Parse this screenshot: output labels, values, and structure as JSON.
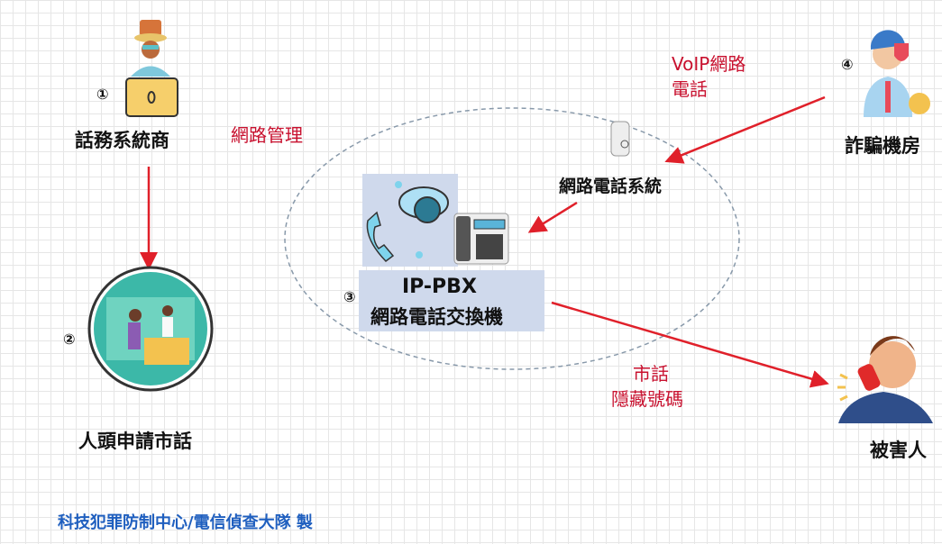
{
  "nodes": {
    "provider": {
      "num": "①",
      "label": "話務系統商"
    },
    "nominee": {
      "num": "②",
      "label": "人頭申請市話"
    },
    "pbx": {
      "num": "③",
      "title": "IP-PBX",
      "label": "網路電話交換機"
    },
    "fraud": {
      "num": "④",
      "label": "詐騙機房"
    },
    "victim": {
      "label": "被害人"
    },
    "voip_system": {
      "label": "網路電話系統"
    }
  },
  "annotations": {
    "network_mgmt": "網路管理",
    "voip_line1": "VoIP網路",
    "voip_line2": "電話",
    "landline_line1": "市話",
    "landline_line2": "隱藏號碼"
  },
  "footer": "科技犯罪防制中心/電信偵查大隊 製",
  "colors": {
    "arrow": "#e0202a",
    "label_red": "#c8102e",
    "footer": "#1f5fbf"
  }
}
